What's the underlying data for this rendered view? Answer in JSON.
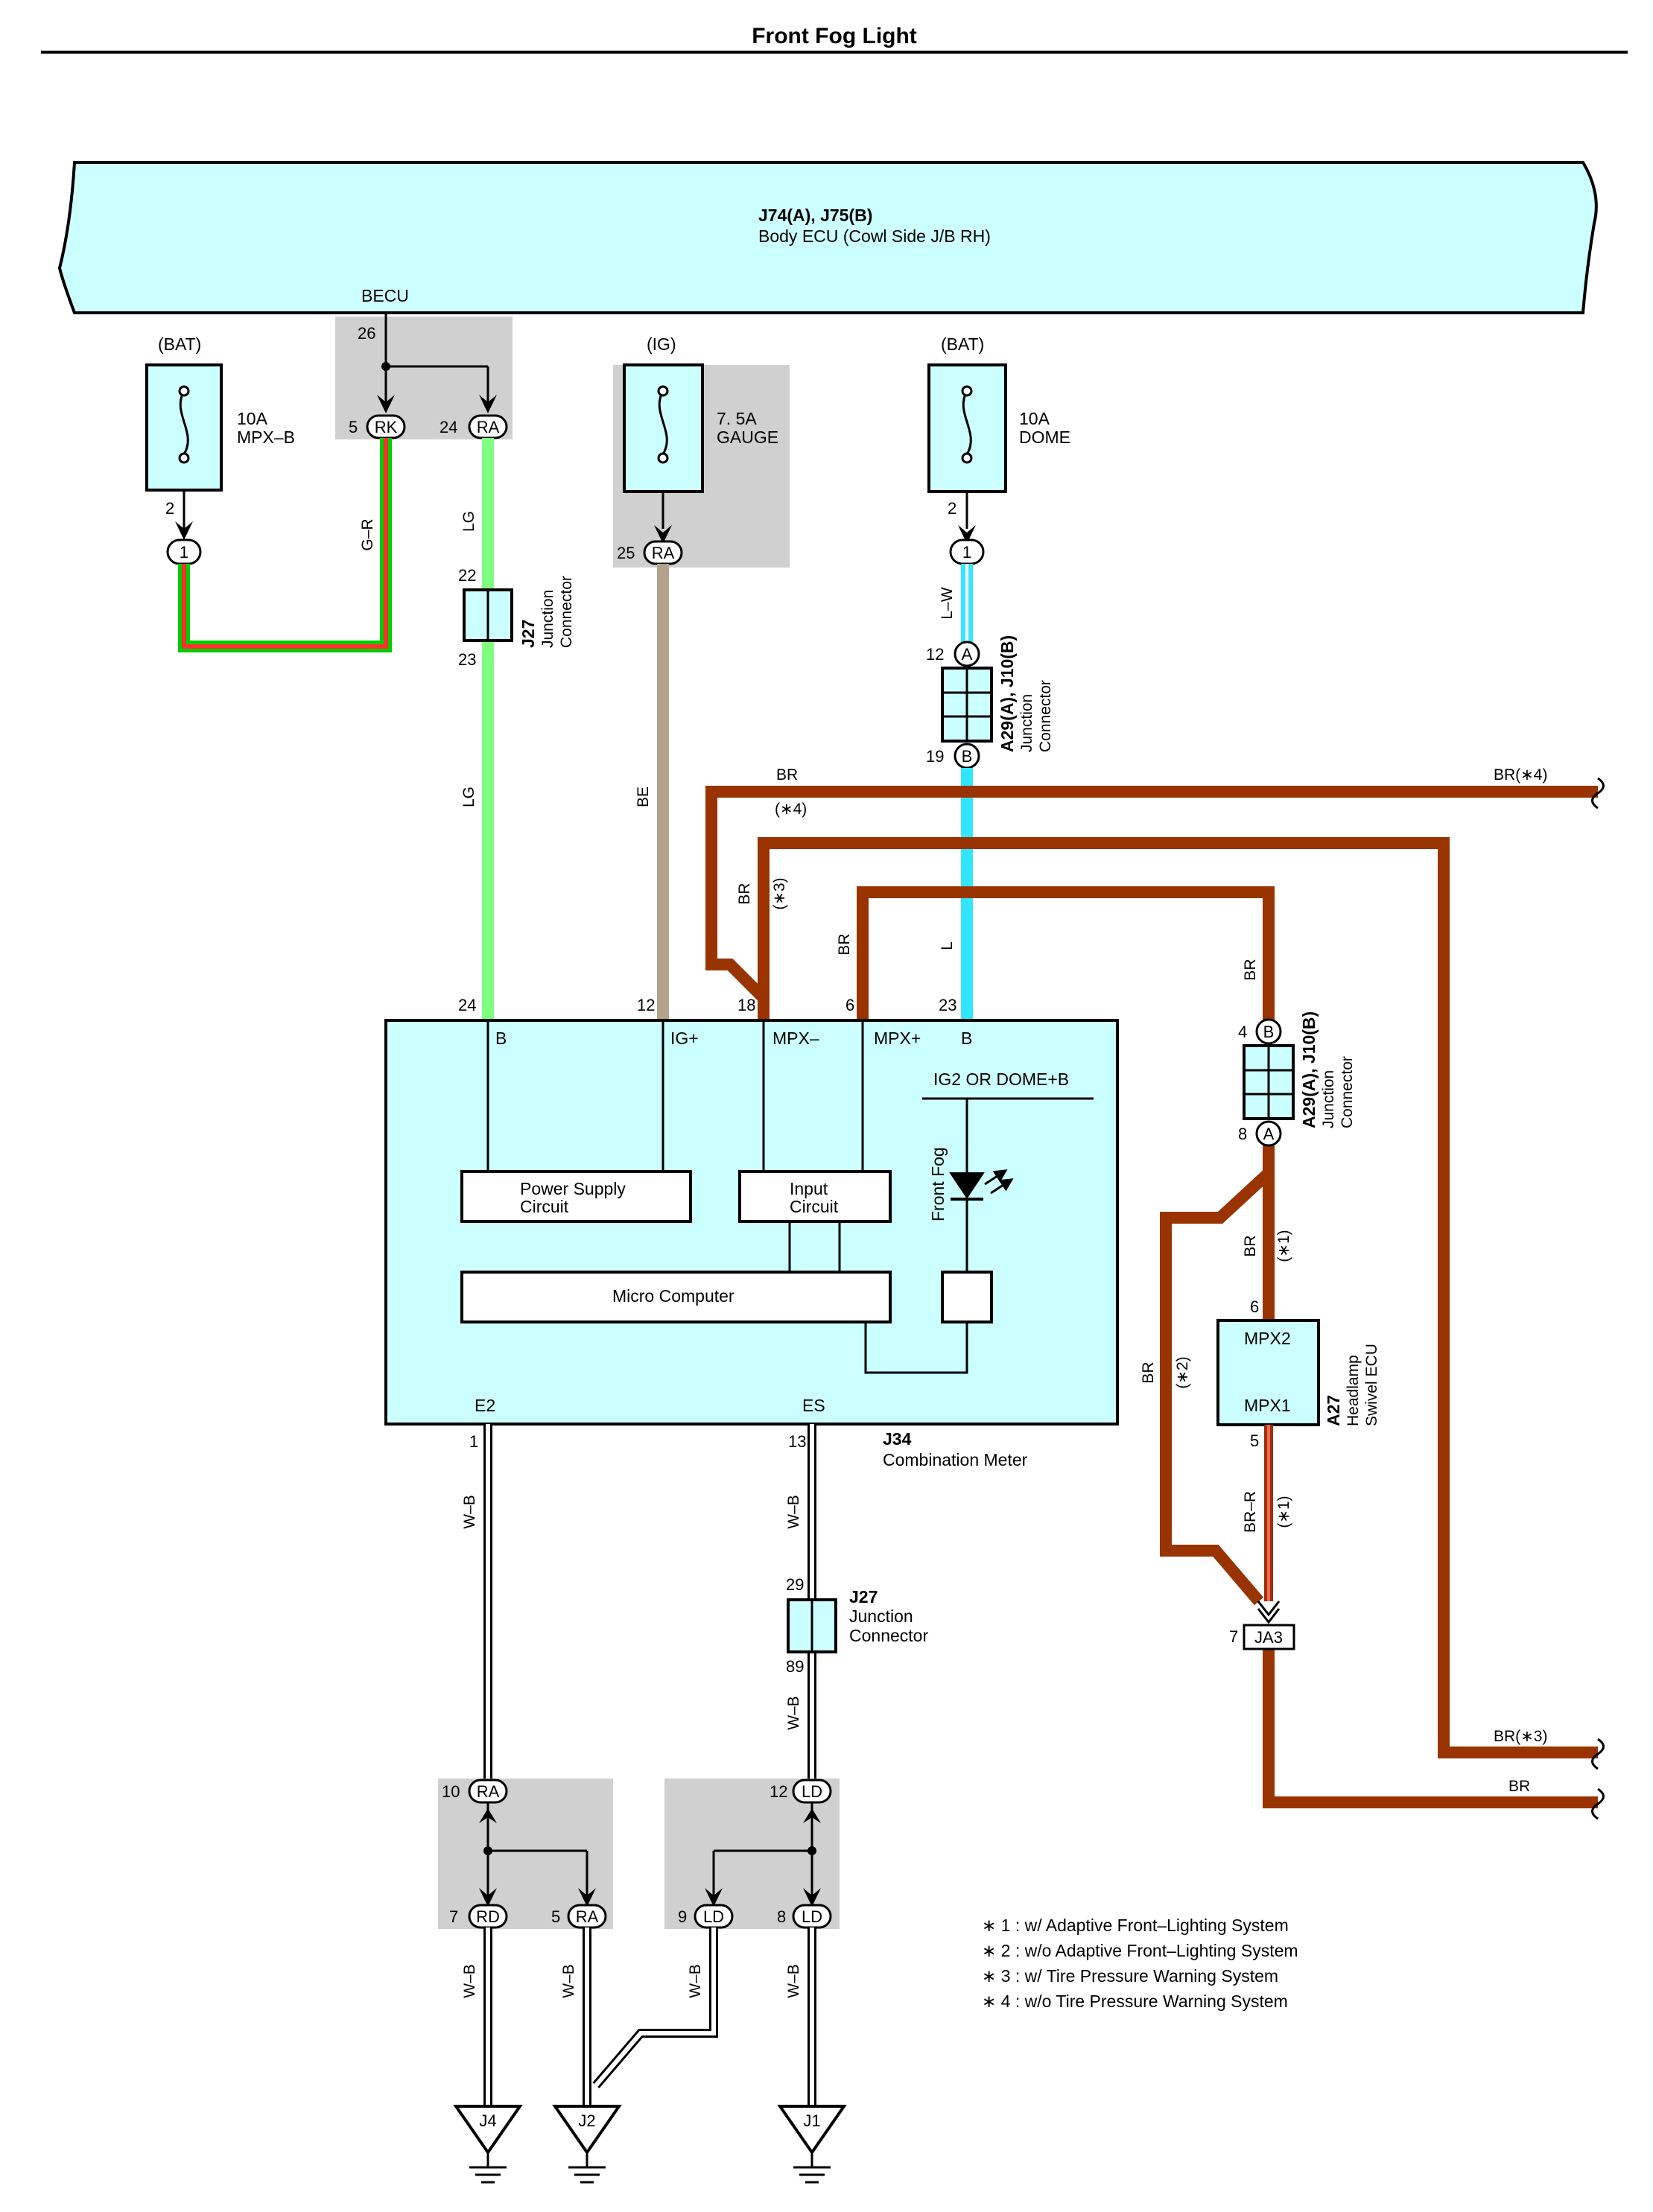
{
  "title": "Front Fog Light",
  "ecu": {
    "id": "J74(A), J75(B)",
    "name": "Body ECU (Cowl Side J/B RH)",
    "becu": "BECU"
  },
  "fuses": [
    {
      "source": "(BAT)",
      "amp": "10A",
      "name": "MPX–B"
    },
    {
      "source": "(IG)",
      "amp": "7. 5A",
      "name": "GAUGE"
    },
    {
      "source": "(BAT)",
      "amp": "10A",
      "name": "DOME"
    }
  ],
  "junction_j27_top": {
    "id": "J27",
    "l1": "Junction",
    "l2": "Connector"
  },
  "junction_a29_top": {
    "id": "A29(A), J10(B)",
    "l1": "Junction",
    "l2": "Connector"
  },
  "junction_a29_right": {
    "id": "A29(A), J10(B)",
    "l1": "Junction",
    "l2": "Connector"
  },
  "junction_j27_bottom": {
    "id": "J27",
    "l1": "Junction",
    "l2": "Connector"
  },
  "meter": {
    "id": "J34",
    "name": "Combination Meter",
    "term_b": "B",
    "term_ig": "IG+",
    "term_mpxm": "MPX–",
    "term_mpxp": "MPX+",
    "term_b2": "B",
    "ig2": "IG2 OR DOME+B",
    "psc1": "Power Supply",
    "psc2": "Circuit",
    "ic1": "Input",
    "ic2": "Circuit",
    "micro": "Micro Computer",
    "fog": "Front Fog",
    "e2": "E2",
    "es": "ES"
  },
  "headlamp": {
    "id": "A27",
    "l1": "Headlamp",
    "l2": "Swivel ECU",
    "mpx2": "MPX2",
    "mpx1": "MPX1"
  },
  "connectors": {
    "rk": "RK",
    "ra": "RA",
    "ra_ig": "RA",
    "c1a": "1",
    "c1b": "1",
    "a": "A",
    "b": "B",
    "b2": "B",
    "a2": "A",
    "ja3": "JA3",
    "ra_bot": "RA",
    "rd": "RD",
    "ra2": "RA",
    "ld_top": "LD",
    "ld1": "LD",
    "ld2": "LD"
  },
  "pins": {
    "p26": "26",
    "p5": "5",
    "p24": "24",
    "p2a": "2",
    "p22": "22",
    "p23": "23",
    "p25": "25",
    "p2b": "2",
    "p12": "12",
    "p19": "19",
    "m24": "24",
    "m12": "12",
    "m18": "18",
    "m6": "6",
    "m23": "23",
    "m1": "1",
    "m13": "13",
    "h4": "4",
    "h8": "8",
    "h6": "6",
    "h5": "5",
    "ja7": "7",
    "j29": "29",
    "j89": "89",
    "g10": "10",
    "g7": "7",
    "g5": "5",
    "g12": "12",
    "g9": "9",
    "g8": "8"
  },
  "wires": {
    "gr": "G–R",
    "lg1": "LG",
    "lg2": "LG",
    "be": "BE",
    "lw": "L–W",
    "l": "L",
    "br_top": "BR",
    "br4": "BR(∗4)",
    "star4": "(∗4)",
    "br_v1": "BR",
    "star3": "(∗3)",
    "br_v2": "BR",
    "br_right": "BR",
    "br_h": "BR",
    "star1a": "(∗1)",
    "br_left": "BR",
    "star2": "(∗2)",
    "brr": "BR–R",
    "star1b": "(∗1)",
    "br3": "BR(∗3)",
    "br_bottom": "BR",
    "wb1": "W–B",
    "wb2": "W–B",
    "wb3": "W–B",
    "wb4": "W–B",
    "wb5": "W–B",
    "wb6": "W–B",
    "wb7": "W–B"
  },
  "grounds": [
    "J4",
    "J2",
    "J1"
  ],
  "notes": [
    "∗ 1 : w/ Adaptive Front–Lighting System",
    "∗ 2 : w/o Adaptive Front–Lighting System",
    "∗ 3 : w/ Tire Pressure Warning System",
    "∗ 4 : w/o Tire Pressure Warning System"
  ],
  "colors": {
    "panel": "#ccffff",
    "brown": "#993300",
    "lightgreen": "#80ff80",
    "red": "#ff0000",
    "beige": "#b4a28c",
    "cyan": "#33e6ff",
    "gray": "#d0d0d0"
  }
}
